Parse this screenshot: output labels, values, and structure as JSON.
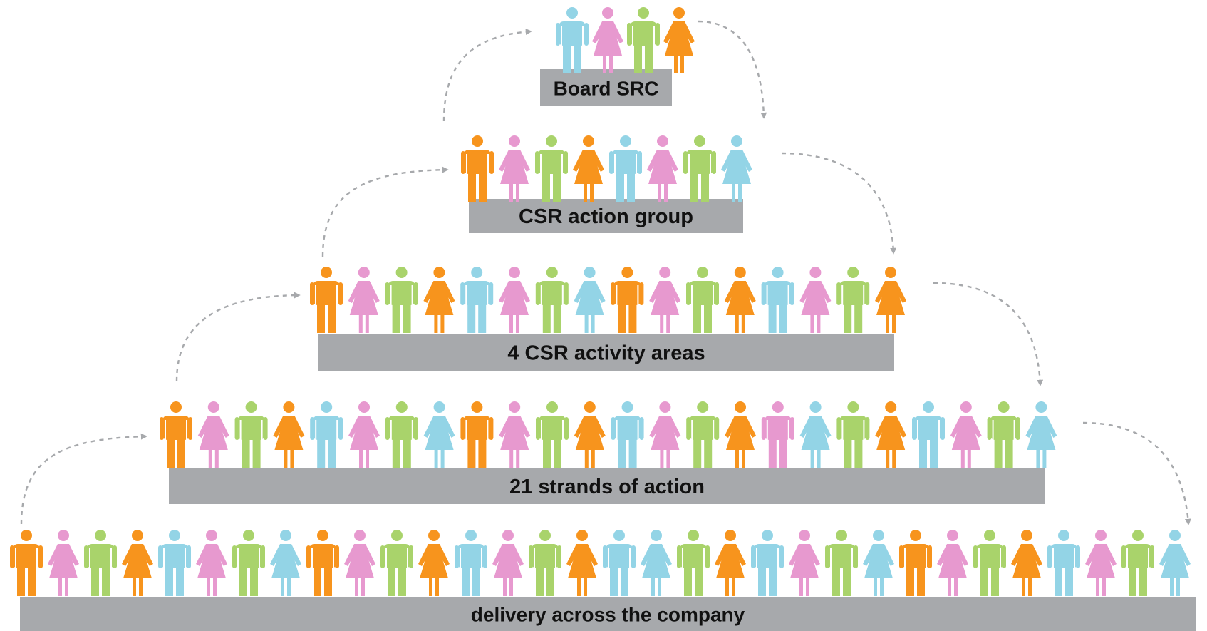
{
  "diagram": {
    "tiers": [
      {
        "label": "Board SRC",
        "people": [
          "man-blue",
          "woman-pink",
          "man-green",
          "woman-orange"
        ]
      },
      {
        "label": "CSR action group",
        "people": [
          "man-orange",
          "woman-pink",
          "man-green",
          "woman-orange",
          "man-blue",
          "woman-pink",
          "man-green",
          "woman-blue"
        ]
      },
      {
        "label": "4 CSR activity areas",
        "people": [
          "man-orange",
          "woman-pink",
          "man-green",
          "woman-orange",
          "man-blue",
          "woman-pink",
          "man-green",
          "woman-blue",
          "man-orange",
          "woman-pink",
          "man-green",
          "woman-orange",
          "man-blue",
          "woman-pink",
          "man-green",
          "woman-orange"
        ]
      },
      {
        "label": "21 strands of action",
        "people": [
          "man-orange",
          "woman-pink",
          "man-green",
          "woman-orange",
          "man-blue",
          "woman-pink",
          "man-green",
          "woman-blue",
          "man-orange",
          "woman-pink",
          "man-green",
          "woman-orange",
          "man-blue",
          "woman-pink",
          "man-green",
          "woman-orange",
          "man-pink",
          "woman-blue",
          "man-green",
          "woman-orange",
          "man-blue",
          "woman-pink",
          "man-green",
          "woman-blue"
        ]
      },
      {
        "label": "delivery across the company",
        "people": [
          "man-orange",
          "woman-pink",
          "man-green",
          "woman-orange",
          "man-blue",
          "woman-pink",
          "man-green",
          "woman-blue",
          "man-orange",
          "woman-pink",
          "man-green",
          "woman-orange",
          "man-blue",
          "woman-pink",
          "man-green",
          "woman-orange",
          "man-blue",
          "woman-blue",
          "man-green",
          "woman-orange",
          "man-blue",
          "woman-pink",
          "man-green",
          "woman-blue",
          "man-orange",
          "woman-pink",
          "man-green",
          "woman-orange",
          "man-blue",
          "woman-pink",
          "man-green",
          "woman-blue"
        ]
      }
    ],
    "colors": {
      "orange": "#f7941d",
      "pink": "#e799cf",
      "green": "#a9d36b",
      "blue": "#93d4e6",
      "bar": "#a7a9ac",
      "arrow": "#a7a9ac",
      "text": "#111111"
    },
    "icons": {
      "man": "person-man-icon",
      "woman": "person-woman-icon",
      "arrow": "dashed-curved-arrow"
    }
  }
}
